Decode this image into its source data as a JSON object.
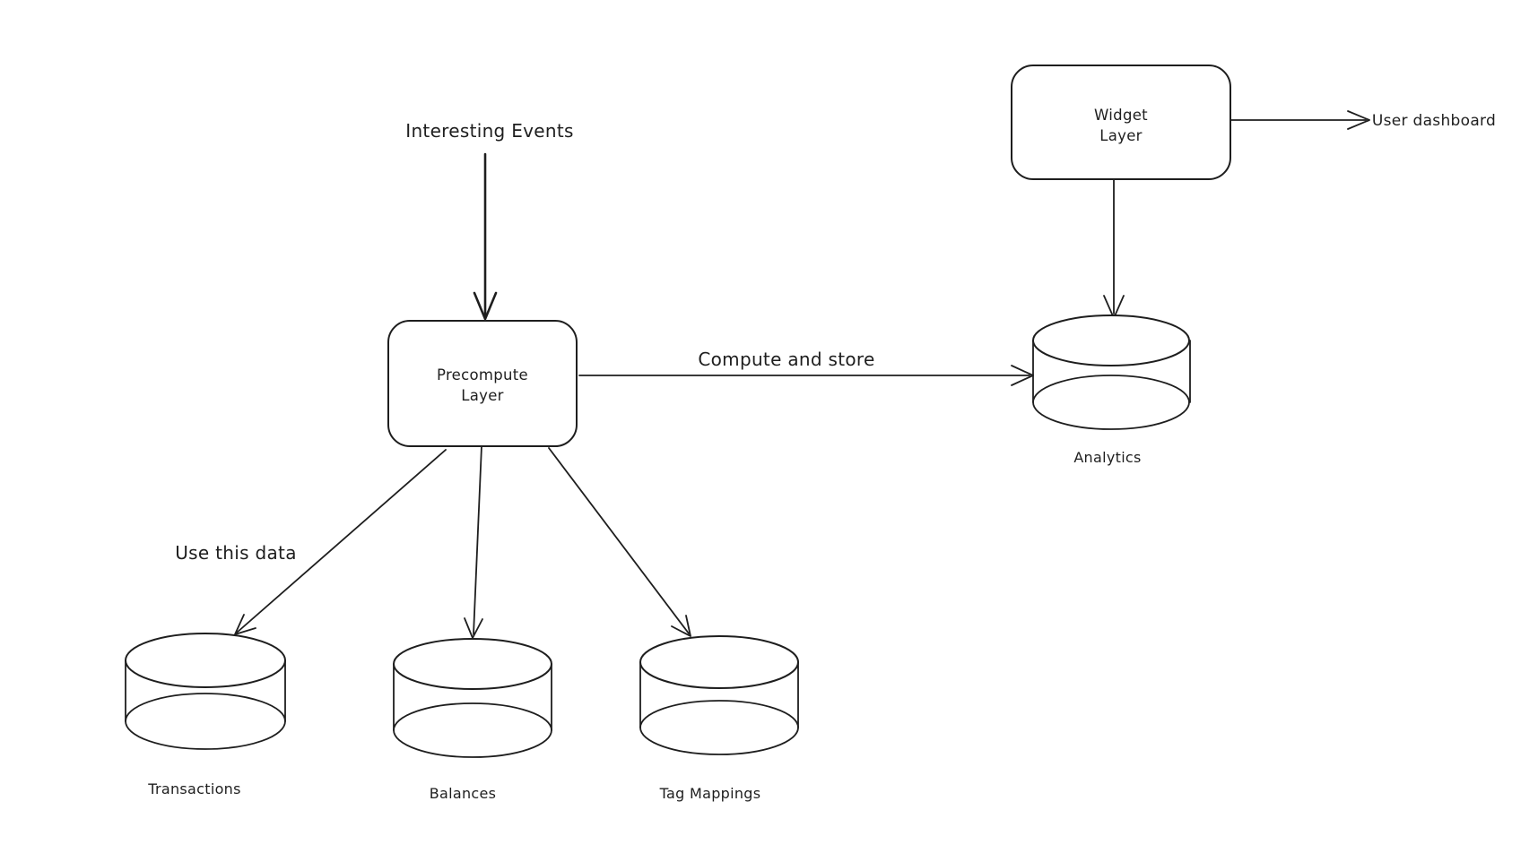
{
  "diagram": {
    "background_color": "#ffffff",
    "stroke_color": "#1e1e1e",
    "nodes": {
      "precompute": {
        "type": "rectangle",
        "label_line1": "Precompute",
        "label_line2": "Layer"
      },
      "widget": {
        "type": "rectangle",
        "label_line1": "Widget",
        "label_line2": "Layer"
      },
      "analytics": {
        "type": "database-cylinder",
        "label": "Analytics"
      },
      "transactions": {
        "type": "database-cylinder",
        "label": "Transactions"
      },
      "balances": {
        "type": "database-cylinder",
        "label": "Balances"
      },
      "tag_mappings": {
        "type": "database-cylinder",
        "label": "Tag Mappings"
      }
    },
    "annotations": {
      "interesting_events": "Interesting Events",
      "user_dashboard": "User dashboard"
    },
    "edges": [
      {
        "id": "events-to-precompute",
        "from": "interesting-events-label",
        "to": "precompute-layer",
        "label": ""
      },
      {
        "id": "precompute-to-analytics",
        "from": "precompute-layer",
        "to": "analytics-db",
        "label": "Compute and store"
      },
      {
        "id": "precompute-to-transactions",
        "from": "precompute-layer",
        "to": "transactions-db",
        "label": "Use this data"
      },
      {
        "id": "precompute-to-balances",
        "from": "precompute-layer",
        "to": "balances-db",
        "label": ""
      },
      {
        "id": "precompute-to-tag-mappings",
        "from": "precompute-layer",
        "to": "tag-mappings-db",
        "label": ""
      },
      {
        "id": "widget-to-analytics",
        "from": "widget-layer",
        "to": "analytics-db",
        "label": ""
      },
      {
        "id": "widget-to-dashboard",
        "from": "widget-layer",
        "to": "user-dashboard-label",
        "label": ""
      }
    ]
  }
}
